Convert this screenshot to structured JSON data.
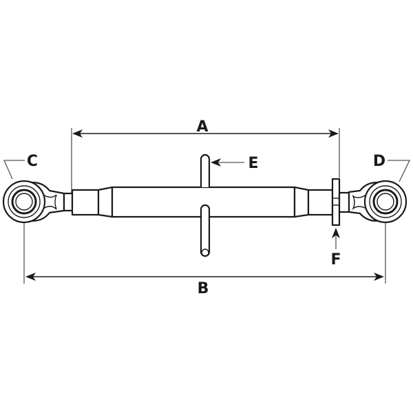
{
  "diagram": {
    "title": "Top link dimension diagram",
    "subject": "Tractor top link (turnbuckle) with ball-eye ends",
    "colors": {
      "line": "#1a1a1a",
      "background": "#ffffff",
      "extension": "#555555"
    },
    "labels": {
      "A": "A",
      "B": "B",
      "C": "C",
      "D": "D",
      "E": "E",
      "F": "F"
    },
    "callouts": [
      {
        "id": "A",
        "meaning": "Body length between tube ends (dimension arrow)"
      },
      {
        "id": "B",
        "meaning": "Overall length between eye centres (dimension arrow)"
      },
      {
        "id": "C",
        "meaning": "Left ball-eye end"
      },
      {
        "id": "D",
        "meaning": "Right ball-eye end"
      },
      {
        "id": "E",
        "meaning": "Adjustment handle / tommy bar"
      },
      {
        "id": "F",
        "meaning": "Lock nut / flange"
      }
    ]
  }
}
